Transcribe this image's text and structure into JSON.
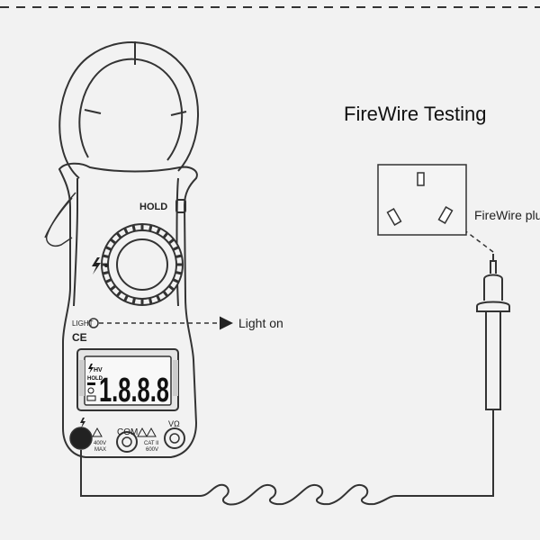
{
  "diagram": {
    "title": "FireWire Testing",
    "callouts": {
      "light_on": "Light on",
      "plug": "FireWire plu"
    }
  },
  "meter": {
    "hold_label": "HOLD",
    "light_label": "LIGHT",
    "ce_mark": "CE",
    "display": {
      "digits": "1.8.8.8",
      "hv_label": "HV",
      "hold_indicator": "HOLD"
    },
    "terminals": {
      "com": "COM",
      "v_ohm": "VΩ",
      "left_rating_line1": "400V",
      "left_rating_line2": "MAX",
      "right_rating_line1": "CAT II",
      "right_rating_line2": "600V"
    }
  }
}
